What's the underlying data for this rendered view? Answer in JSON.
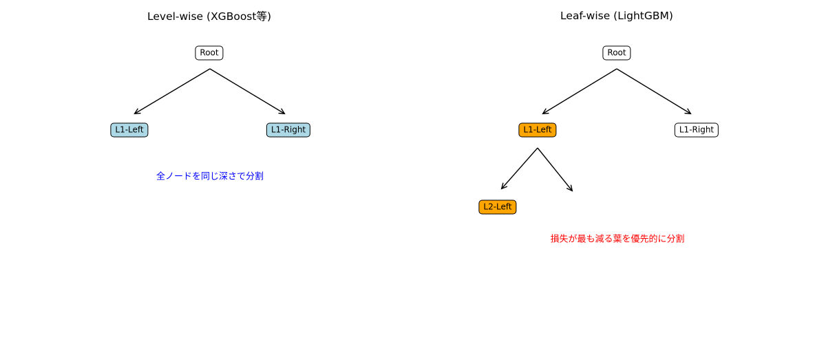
{
  "colors": {
    "background": "#ffffff",
    "node_border": "#000000",
    "plain_node_fill": "#ffffff",
    "level_wise_node_fill": "#add8e6",
    "leaf_wise_node_fill": "#ffa500",
    "arrow": "#000000",
    "title_text": "#000000",
    "left_caption_text": "#0000ff",
    "right_caption_text": "#ff0000"
  },
  "left_panel": {
    "title": "Level-wise (XGBoost等)",
    "nodes": {
      "root": "Root",
      "l1_left": "L1-Left",
      "l1_right": "L1-Right"
    },
    "caption": "全ノードを同じ深さで分割"
  },
  "right_panel": {
    "title": "Leaf-wise (LightGBM)",
    "nodes": {
      "root": "Root",
      "l1_left": "L1-Left",
      "l1_right": "L1-Right",
      "l2_left": "L2-Left"
    },
    "caption": "損失が最も減る葉を優先的に分割"
  }
}
